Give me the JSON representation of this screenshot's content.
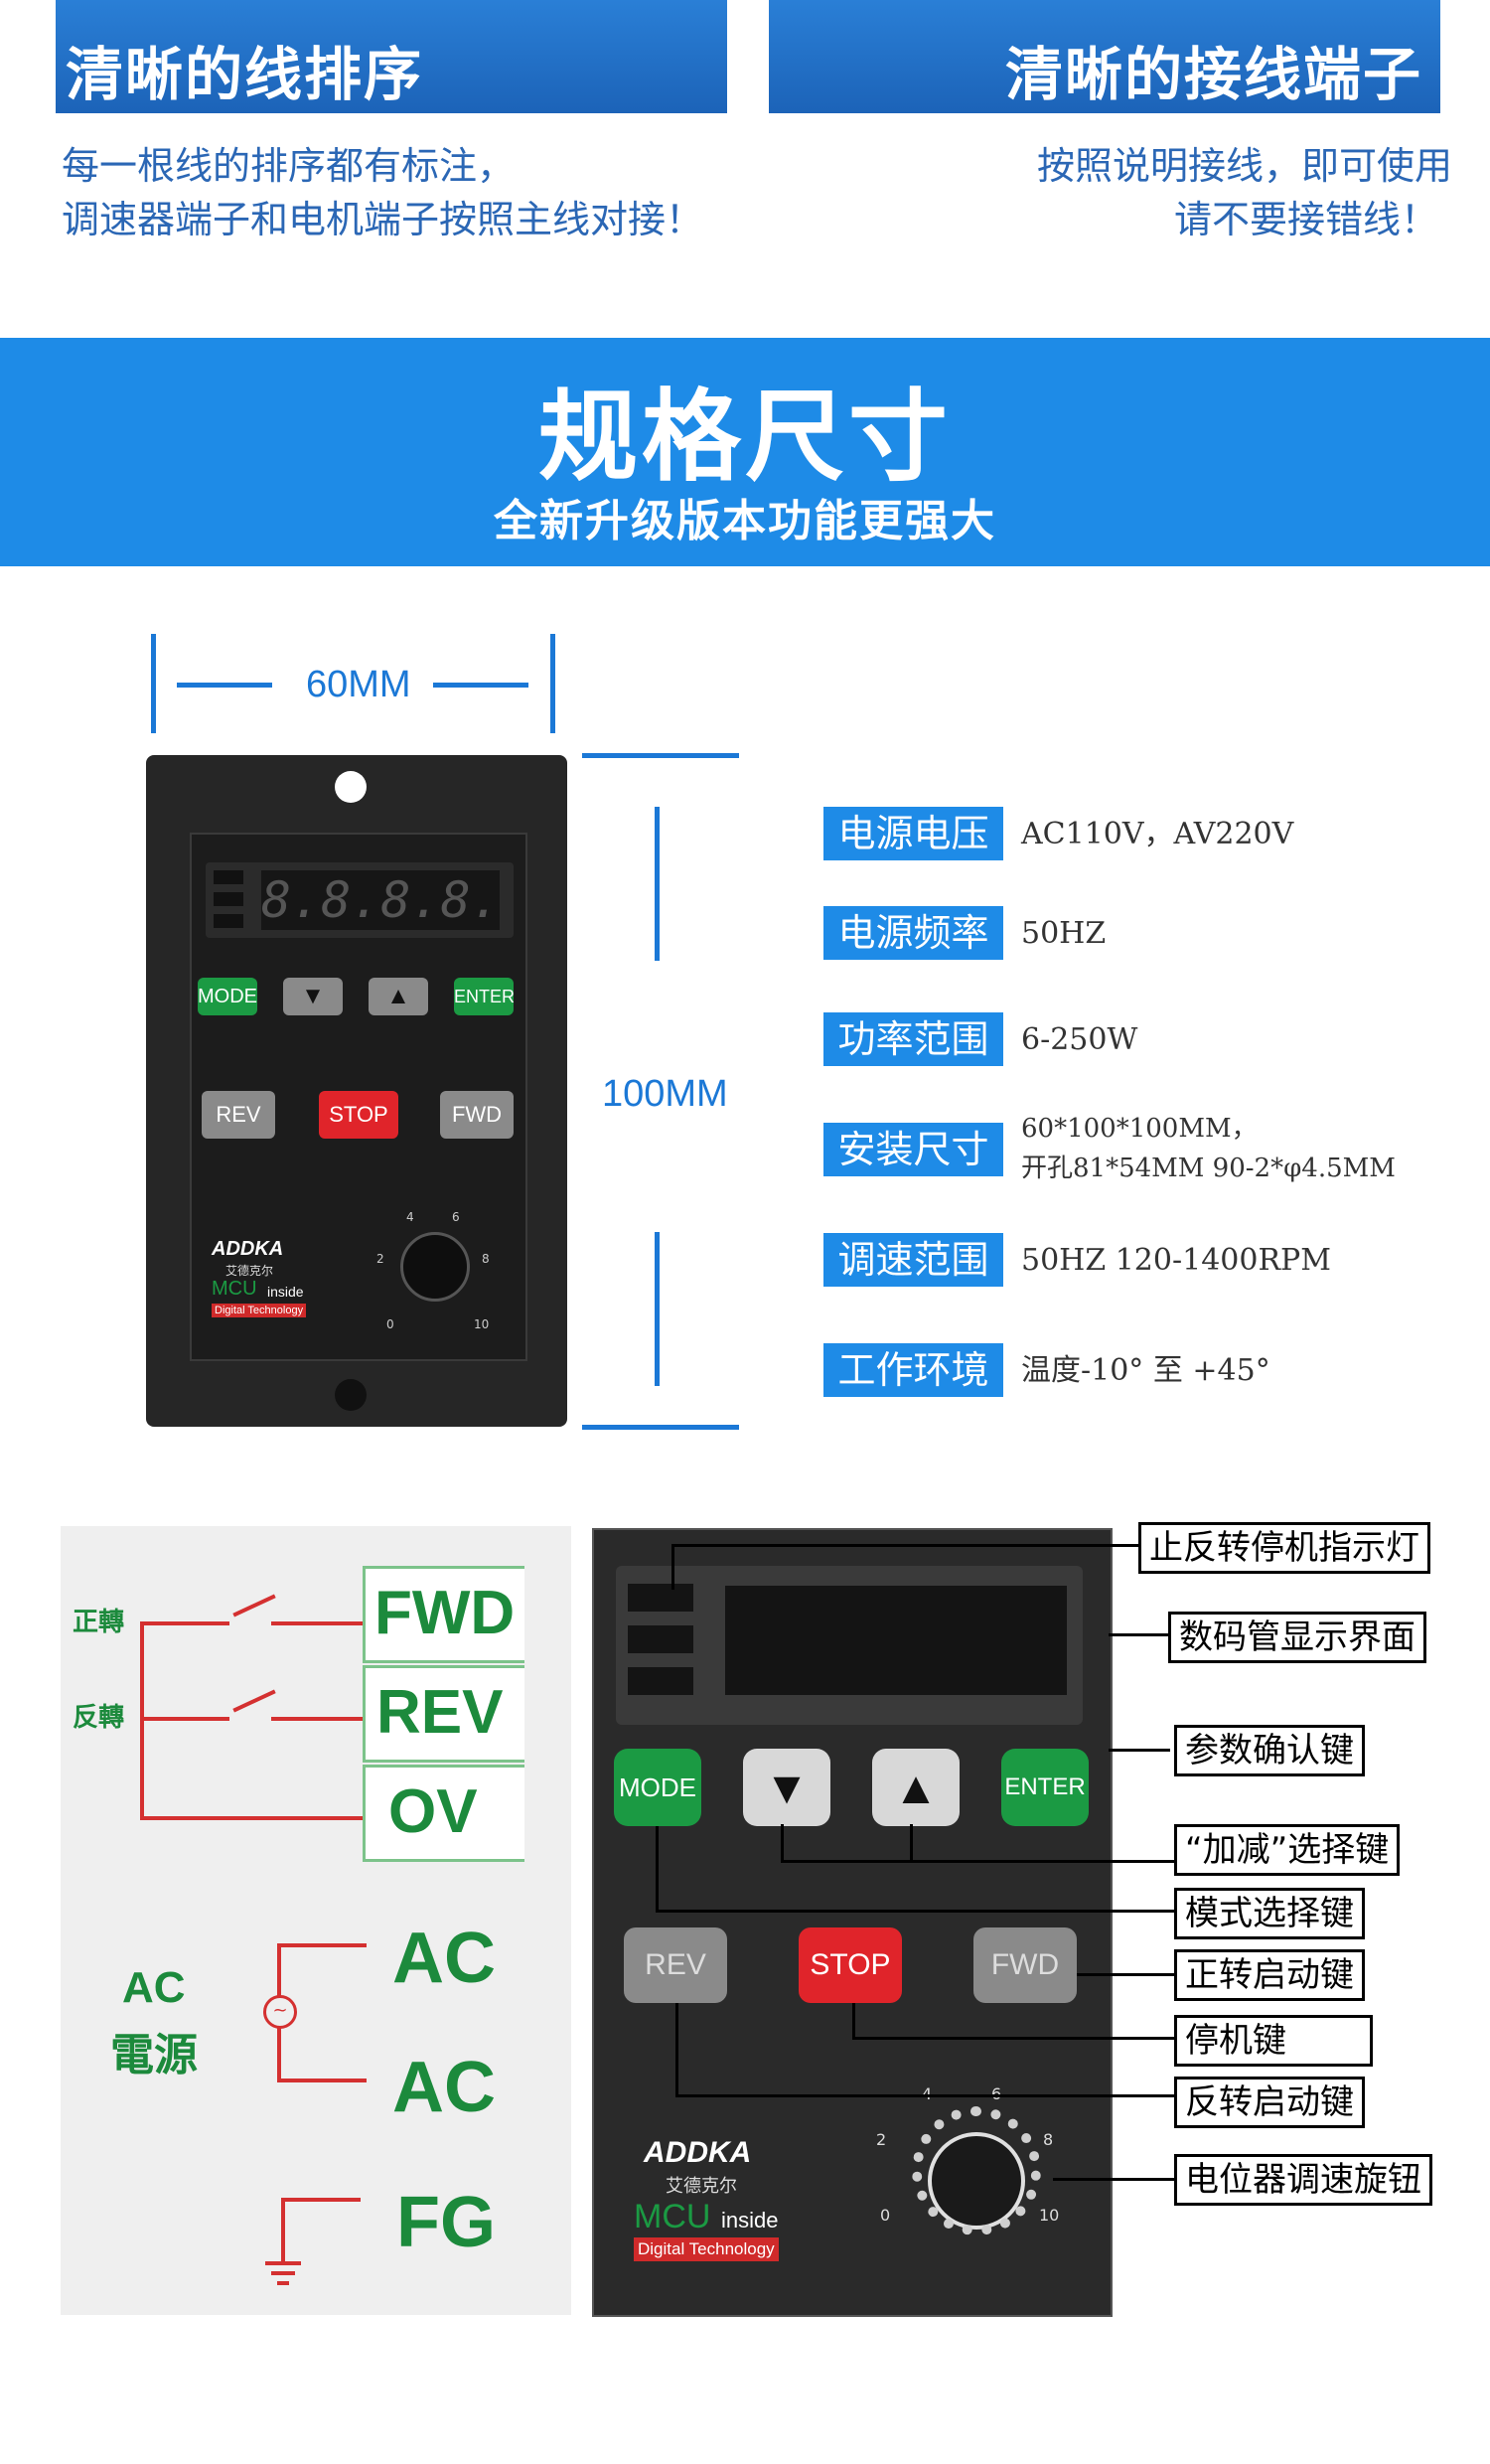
{
  "top": {
    "left_title": "清晰的线排序",
    "right_title": "清晰的接线端子",
    "left_desc_1": "每一根线的排序都有标注，",
    "left_desc_2": "调速器端子和电机端子按照主线对接！",
    "right_desc_1": "按照说明接线，即可使用",
    "right_desc_2": "请不要接错线！"
  },
  "banner": {
    "title": "规格尺寸",
    "subtitle": "全新升级版本功能更强大"
  },
  "dimensions": {
    "width": "60MM",
    "height": "100MM"
  },
  "device": {
    "display": "8.8.8.8.",
    "mode": "MODE",
    "enter": "ENTER",
    "rev": "REV",
    "stop": "STOP",
    "fwd": "FWD",
    "brand": "ADDKA",
    "brand_cn": "艾德克尔",
    "mcu": "MCU",
    "inside": "inside",
    "tagline": "Digital Technology",
    "dial": [
      "0",
      "2",
      "4",
      "6",
      "8",
      "10"
    ]
  },
  "specs": [
    {
      "label": "电源电压",
      "value": "AC110V，AV220V"
    },
    {
      "label": "电源频率",
      "value": "50HZ"
    },
    {
      "label": "功率范围",
      "value": "6-250W"
    },
    {
      "label": "安装尺寸",
      "value": "60*100*100MM，",
      "value2": "开孔81*54MM 90-2*φ4.5MM"
    },
    {
      "label": "调速范围",
      "value": "50HZ 120-1400RPM"
    },
    {
      "label": "工作环境",
      "value": "温度-10° 至 +45°"
    }
  ],
  "wiring": {
    "forward": "正轉",
    "reverse": "反轉",
    "fwd": "FWD",
    "rev": "REV",
    "ov": "OV",
    "ac_power_1": "AC",
    "ac_power_2": "電源",
    "ac1": "AC",
    "ac2": "AC",
    "fg": "FG"
  },
  "callouts": [
    "止反转停机指示灯",
    "数码管显示界面",
    "参数确认键",
    "“加减”选择键",
    "模式选择键",
    "正转启动键",
    "停机键",
    "反转启动键",
    "电位器调速旋钮"
  ]
}
